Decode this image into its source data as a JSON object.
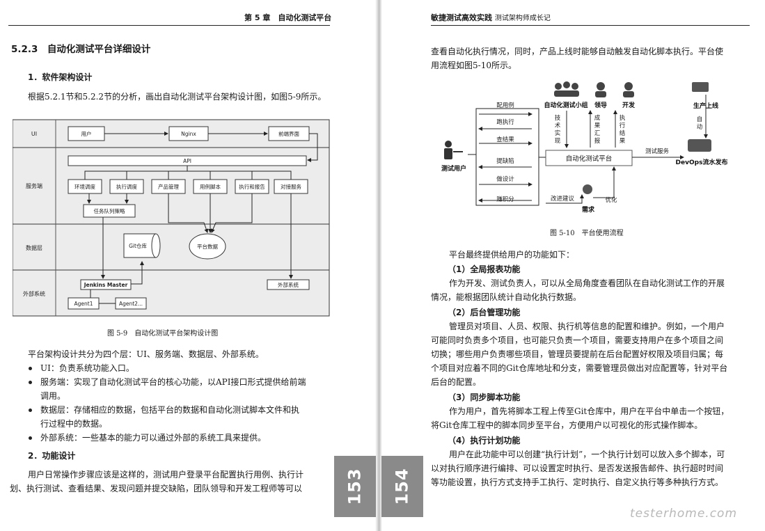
{
  "left": {
    "header": "第 5 章　自动化测试平台",
    "section": "5.2.3　自动化测试平台详细设计",
    "sub1": "1．软件架构设计",
    "para1": "根据5.2.1节和5.2.2节的分析，画出自动化测试平台架构设计图，如图5-9所示。",
    "fig": {
      "layers": [
        "UI",
        "服务端",
        "数据层",
        "外部系统"
      ],
      "user": "用户",
      "nginx": "Nginx",
      "frontend": "前端界面",
      "api": "API",
      "services": [
        "环境调度",
        "执行调度",
        "产品管理",
        "用例脚本",
        "执行和报告",
        "对接服务"
      ],
      "queue": "任务队列策略",
      "gitrepo": "Git仓库",
      "platform_data": "平台数据",
      "jenkins": "Jenkins Master",
      "agent1": "Agent1",
      "agent2": "Agent2...",
      "external": "外部系统"
    },
    "caption": "图 5-9　自动化测试平台架构设计图",
    "para2": "平台架构设计共分为四个层：UI、服务端、数据层、外部系统。",
    "bullets": [
      "UI：负责系统功能入口。",
      "服务端：实现了自动化测试平台的核心功能，以API接口形式提供给前端",
      "调用。",
      "数据层：存储相应的数据，包括平台的数据和自动化测试脚本文件和执",
      "行过程中的数据。",
      "外部系统：一些基本的能力可以通过外部的系统工具来提供。"
    ],
    "sub2": "2．功能设计",
    "para3": [
      "用户日常操作步骤应该是这样的，测试用户登录平台配置执行用例、执行计",
      "划、执行测试、查看结果、发现问题并提交缺陷，团队领导和开发工程师等可以"
    ],
    "page_no": "153"
  },
  "right": {
    "header_bold": "敏捷测试高效实践",
    "header_normal": "测试架构师成长记",
    "intro": [
      "查看自动化执行情况，同时，产品上线时能够自动触发自动化脚本执行。平台使",
      "用流程如图5-10所示。"
    ],
    "fig": {
      "user": "测试用户",
      "actions": [
        "配用例",
        "跑执行",
        "查结果",
        "提缺陷",
        "做设计",
        "赚积分"
      ],
      "roles": [
        "自动化测试小组",
        "领导",
        "开发"
      ],
      "role_texts": [
        "技术实现",
        "成果汇报",
        "执行结果"
      ],
      "platform": "自动化测试平台",
      "service": "测试服务",
      "prod": "生产上线",
      "auto": "自动",
      "devops": "DevOps流水发布",
      "suggest": "改进建议",
      "demand": "需求",
      "optimize": "优化"
    },
    "caption": "图 5-10　平台使用流程",
    "para1": "平台最终提供给用户的功能如下：",
    "f1": "（1）全局报表功能",
    "f1p": [
      "作为开发、测试负责人，可以从全局角度查看团队在自动化测试工作的开展",
      "情况，能根据团队统计自动化执行数据。"
    ],
    "f2": "（2）后台管理功能",
    "f2p": [
      "管理员对项目、人员、权限、执行机等信息的配置和维护。例如，一个用户",
      "可能同时负责多个项目，也可能只负责一个项目，需要支持用户在多个项目之间",
      "切换；哪些用户负责哪些项目，管理员要提前在后台配置好权限及项目归属；每",
      "个项目对应着不同的Git仓库地址和分支，需要管理员做出对应配置等，针对平台",
      "后台的配置。"
    ],
    "f3": "（3）同步脚本功能",
    "f3p": [
      "作为用户，首先将脚本工程上传至Git仓库中，用户在平台中单击一个按钮，",
      "将Git仓库工程中的脚本同步至平台，方便用户以可视化的形式操作脚本。"
    ],
    "f4": "（4）执行计划功能",
    "f4p": [
      "用户在此功能中可以创建“执行计划”，一个执行计划可以放入多个脚本，可",
      "以对执行顺序进行编排、可以设置定时执行、是否发送报告邮件、执行超时时间",
      "等功能设置，执行方式支持手工执行、定时执行、自定义执行等多种执行方式。"
    ],
    "page_no": "154"
  },
  "watermark": "testerhome.com"
}
